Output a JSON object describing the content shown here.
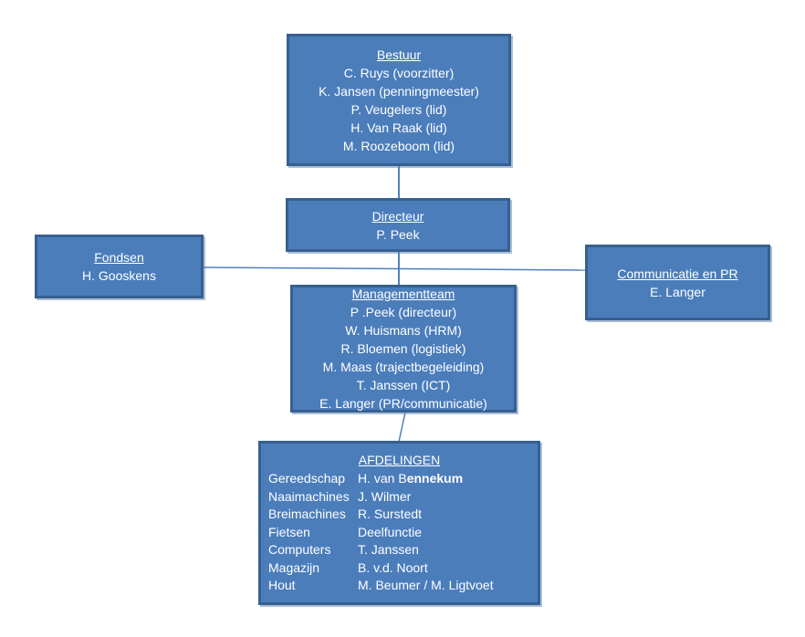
{
  "org_chart": {
    "bestuur": {
      "title": "Bestuur",
      "members": [
        {
          "text": "C. Ruys (voorzitter",
          "underlined_suffix": ")"
        },
        {
          "text": "K. Jansen (penningmeester)",
          "underlined_suffix": ""
        },
        {
          "text": "P. Veugelers (lid)",
          "underlined_suffix": ""
        },
        {
          "text": "H. Van Raak (lid)",
          "underlined_suffix": ""
        },
        {
          "text": "M. Roozeboom (lid)",
          "underlined_suffix": ""
        }
      ]
    },
    "directeur": {
      "title": "Directeur",
      "member": "P. Peek"
    },
    "fondsen": {
      "title": "Fondsen",
      "member": "H. Gooskens"
    },
    "communicatie": {
      "title": "Communicatie en PR",
      "member": "E. Langer"
    },
    "management": {
      "title": "Managementteam",
      "members": [
        "P .Peek (directeur)",
        "W. Huismans (HRM)",
        "R. Bloemen (logistiek)",
        "M. Maas (trajectbegeleiding)",
        "T. Janssen (ICT)",
        "E. Langer (PR/communicatie)"
      ]
    },
    "afdelingen": {
      "title": "AFDELINGEN",
      "rows": [
        {
          "dept": "Gereedschap",
          "person": "H. van B",
          "person_bold": "ennekum"
        },
        {
          "dept": "Naaimachines",
          "person": "J. Wilmer",
          "person_bold": ""
        },
        {
          "dept": "Breimachines",
          "person": "R. Surstedt",
          "person_bold": ""
        },
        {
          "dept": "Fietsen",
          "person": "Deelfunctie",
          "person_bold": ""
        },
        {
          "dept": "Computers",
          "person": "T. Janssen",
          "person_bold": ""
        },
        {
          "dept": "Magazijn",
          "person": "B. v.d. Noort",
          "person_bold": ""
        },
        {
          "dept": "Hout",
          "person": "M. Beumer / M. Ligtvoet",
          "person_bold": ""
        }
      ]
    },
    "colors": {
      "box_fill": "#4b7dbb",
      "box_border": "#36608f",
      "connector": "#4f81bd",
      "text": "#ffffff"
    }
  }
}
